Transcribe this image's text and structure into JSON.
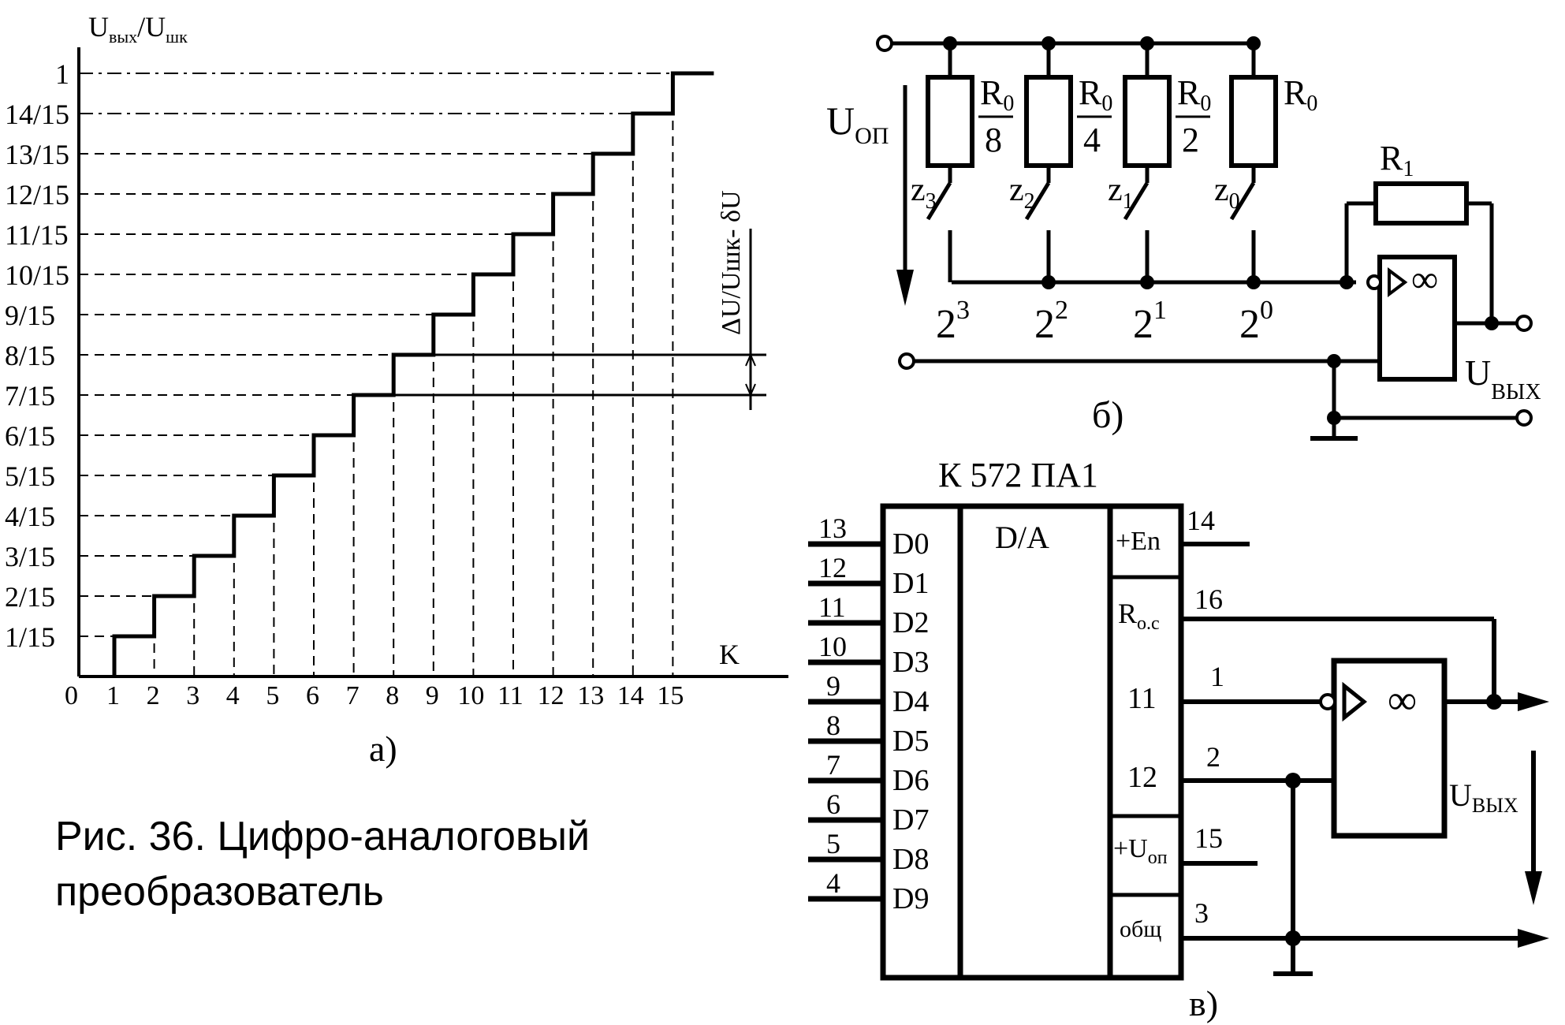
{
  "caption": {
    "line1": "Рис. 36. Цифро-аналоговый",
    "line2": "преобразователь"
  },
  "panel_a": {
    "label": "а)",
    "y_axis_label_main": "U",
    "y_axis_label_sub1": "вых",
    "y_axis_label_slash": "/U",
    "y_axis_label_sub2": "шк",
    "x_axis_label": "K",
    "delta_label": "ΔU/Uшк- δU"
  },
  "panel_b": {
    "label": "б)",
    "reference_voltage_main": "U",
    "reference_voltage_sub": "ОП",
    "feedback_resistor_main": "R",
    "feedback_resistor_sub": "1",
    "output_label_main": "U",
    "output_label_sub": "ВЫХ",
    "amp_symbol": "∞",
    "branches": [
      {
        "num": "R",
        "sub": "0",
        "den": "8",
        "switch": "z",
        "switch_sub": "3",
        "weight": "2",
        "exp": "3"
      },
      {
        "num": "R",
        "sub": "0",
        "den": "4",
        "switch": "z",
        "switch_sub": "2",
        "weight": "2",
        "exp": "2"
      },
      {
        "num": "R",
        "sub": "0",
        "den": "2",
        "switch": "z",
        "switch_sub": "1",
        "weight": "2",
        "exp": "1"
      },
      {
        "num": "R",
        "sub": "0",
        "den": "",
        "switch": "z",
        "switch_sub": "0",
        "weight": "2",
        "exp": "0"
      }
    ]
  },
  "panel_c": {
    "label": "в)",
    "chip_title": "К 572 ПА1",
    "core_label": "D/A",
    "amp_symbol": "∞",
    "output_label_main": "U",
    "output_label_sub": "ВЫХ",
    "data_pins": [
      {
        "pin": "13",
        "name": "D0"
      },
      {
        "pin": "12",
        "name": "D1"
      },
      {
        "pin": "11",
        "name": "D2"
      },
      {
        "pin": "10",
        "name": "D3"
      },
      {
        "pin": "9",
        "name": "D4"
      },
      {
        "pin": "8",
        "name": "D5"
      },
      {
        "pin": "7",
        "name": "D6"
      },
      {
        "pin": "6",
        "name": "D7"
      },
      {
        "pin": "5",
        "name": "D8"
      },
      {
        "pin": "4",
        "name": "D9"
      }
    ],
    "right_cells": {
      "en": "+En",
      "roc_main": "R",
      "roc_sub": "о.с",
      "out1": "11",
      "out2": "12",
      "uop_main": "+U",
      "uop_sub": "оп",
      "common": "общ"
    },
    "right_pins": {
      "en": "14",
      "roc": "16",
      "out1": "1",
      "out2": "2",
      "uop": "15",
      "common": "3"
    }
  },
  "chart_data": {
    "type": "line",
    "title": "",
    "xlabel": "K",
    "ylabel": "Uвых/Uшк",
    "x_ticks": [
      "0",
      "1",
      "2",
      "3",
      "4",
      "5",
      "6",
      "7",
      "8",
      "9",
      "10",
      "11",
      "12",
      "13",
      "14",
      "15"
    ],
    "y_ticks": [
      "1/15",
      "2/15",
      "3/15",
      "4/15",
      "5/15",
      "6/15",
      "7/15",
      "8/15",
      "9/15",
      "10/15",
      "11/15",
      "12/15",
      "13/15",
      "14/15",
      "1"
    ],
    "xlim": [
      0,
      17.5
    ],
    "ylim": [
      0,
      1
    ],
    "series": [
      {
        "x": [
          0,
          1,
          2,
          3,
          4,
          5,
          6,
          7,
          8,
          9,
          10,
          11,
          12,
          13,
          14,
          15
        ],
        "y": [
          0,
          0.0667,
          0.1333,
          0.2,
          0.2667,
          0.3333,
          0.4,
          0.4667,
          0.5333,
          0.6,
          0.6667,
          0.7333,
          0.8,
          0.8667,
          0.9333,
          1.0
        ]
      }
    ],
    "delta_annotation": {
      "from": 0.4667,
      "to": 0.5333
    }
  }
}
